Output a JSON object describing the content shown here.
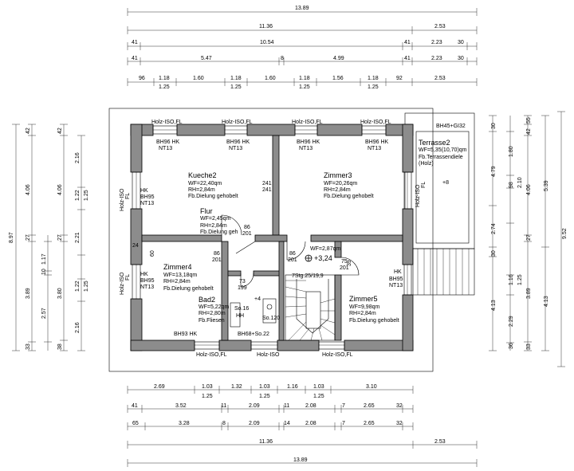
{
  "top_dims": {
    "row1": {
      "total": "13.89"
    },
    "row2": {
      "a": "11.36",
      "b": "2.53"
    },
    "row3": {
      "a": "41",
      "b": "10.54",
      "c": "41",
      "d": "2.23",
      "e": "30"
    },
    "row4": {
      "a": "41",
      "b": "5.47",
      "c": "8",
      "d": "4.99",
      "e": "41",
      "f": "2.23",
      "g": "30"
    },
    "row5": [
      "96",
      "1.18",
      "1.60",
      "1.18",
      "1.60",
      "1.18",
      "1.56",
      "1.18",
      "92",
      "2.53"
    ],
    "row5_sub": [
      "1.25",
      "1.25",
      "1.25",
      "1.25"
    ]
  },
  "bottom_dims": {
    "row1": [
      "2.69",
      "1.03",
      "1.32",
      "1.03",
      "1.16",
      "1.03",
      "3.10"
    ],
    "row1_sub": [
      "1.25",
      "1.25",
      "1.25"
    ],
    "row2": [
      "41",
      "3.52",
      "11",
      "2.09",
      "11",
      "2.08",
      "7",
      "2.65",
      "32"
    ],
    "row3": [
      "65",
      "3.28",
      "8",
      "2.09",
      "14",
      "2.08",
      "7",
      "2.65",
      "32"
    ],
    "row4": {
      "a": "11.36",
      "b": "2.53"
    },
    "row5": {
      "total": "13.89"
    }
  },
  "left_dims": {
    "outer": "8.97",
    "col1": [
      "42",
      "4.06",
      "27",
      "3.89",
      "33"
    ],
    "col2": [
      "2.57",
      "10",
      "1.17"
    ],
    "col3": [
      "42",
      "4.06",
      "27",
      "3.80",
      "38"
    ],
    "col4": [
      "2.16",
      "1.22",
      "1.25",
      "2.21",
      "1.22",
      "1.25",
      "2.16"
    ]
  },
  "right_dims": {
    "outer": "9.52",
    "col1": [
      "30",
      "4.79",
      "2.74",
      "30",
      "4.13"
    ],
    "col2": [
      "1.80",
      "98",
      "2.10",
      "1.16",
      "1.25",
      "2.29",
      "36"
    ],
    "col3": [
      "55",
      "42",
      "4.06",
      "27",
      "3.89",
      "33"
    ],
    "col4": [
      "5.39",
      "4.13"
    ]
  },
  "rooms": {
    "kueche": {
      "name": "Kueche2",
      "wf": "WF=22,40qm",
      "rh": "RH=2,84m",
      "fb": "Fb.Dielung gehobelt"
    },
    "zimmer3": {
      "name": "Zimmer3",
      "wf": "WF=20,26qm",
      "rh": "RH=2,84m",
      "fb": "Fb.Dielung gehobelt"
    },
    "flur": {
      "name": "Flur",
      "wf": "WF=2,45qm",
      "rh": "RH=2,84m",
      "fb": "Fb.Dielung geh"
    },
    "zimmer4": {
      "name": "Zimmer4",
      "wf": "WF=13,18qm",
      "rh": "RH=2,84m",
      "fb": "Fb.Dielung gehobelt"
    },
    "bad": {
      "name": "Bad2",
      "wf": "WF=5,22qm",
      "rh": "RH=2,80m",
      "fb": "Fb.Fliesen"
    },
    "zimmer5": {
      "name": "Zimmer5",
      "wf": "WF=9,98qm",
      "rh": "RH=2,84m",
      "fb": "Fb.Dielung gehobelt"
    },
    "terrasse": {
      "name": "Terrasse2",
      "wf": "WF=5,35(10,70)qm",
      "fb": "Fb.Terrassendiele",
      "fb2": "(Holz)",
      "bh": "BH45+GI32",
      "level": "+8"
    },
    "landing": {
      "wf": "WF=2,87qm",
      "level": "+3,24"
    }
  },
  "labels": {
    "holz_isofl": "Holz-ISO,FL",
    "holz_iso": "Holz-ISO",
    "bh96": "BH96 HK",
    "nt13": "NT13",
    "bh95": "BH95",
    "hk": "HK",
    "bh93": "BH93 HK",
    "bh68": "BH68+So.22",
    "so16": "So.16",
    "hh": "HH",
    "so120": "So.120",
    "stair": "7Stg.25/19,9",
    "d86": "86",
    "d201": "201",
    "d75": "75",
    "d199": "199",
    "d73": "73",
    "d241": "241",
    "d24": "24",
    "d60": "60",
    "d39": "39",
    "plus4": "+4",
    "fl": "FL"
  }
}
